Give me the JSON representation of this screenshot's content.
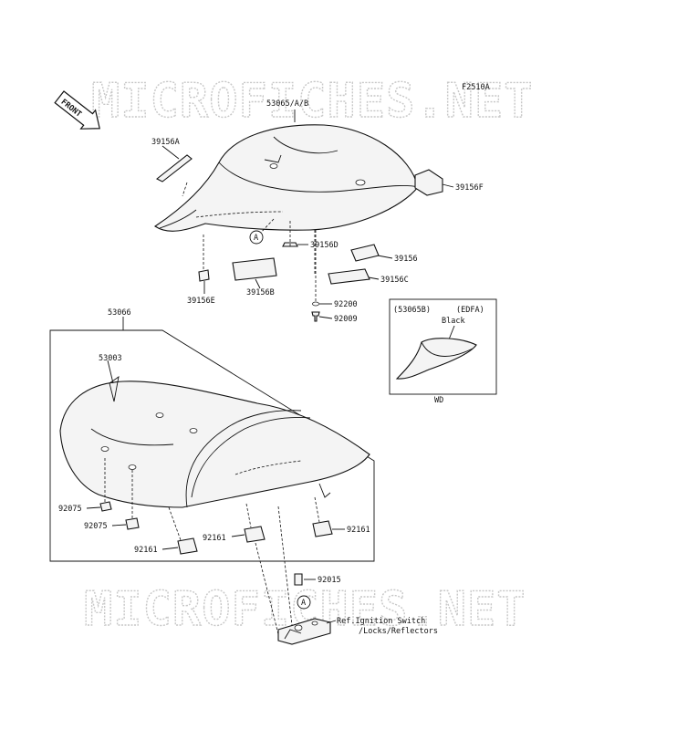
{
  "diagram_code": "F2510A",
  "watermark": "MICROFICHES.NET",
  "front_tag": "FRONT",
  "ref_circle": "A",
  "inset": {
    "model": "(53065B)",
    "variant": "(EDFA)",
    "color": "Black",
    "caption": "WD"
  },
  "parts": {
    "p53065": "53065/A/B",
    "p39156A": "39156A",
    "p39156F": "39156F",
    "p39156D": "39156D",
    "p39156": "39156",
    "p39156C": "39156C",
    "p39156E": "39156E",
    "p39156B": "39156B",
    "p92200": "92200",
    "p92009": "92009",
    "p53066": "53066",
    "p53003": "53003",
    "p92075a": "92075",
    "p92075b": "92075",
    "p92161a": "92161",
    "p92161b": "92161",
    "p92161c": "92161",
    "p92015": "92015"
  },
  "reference": {
    "line1": "Ref.Ignition Switch",
    "line2": "/Locks/Reflectors"
  }
}
